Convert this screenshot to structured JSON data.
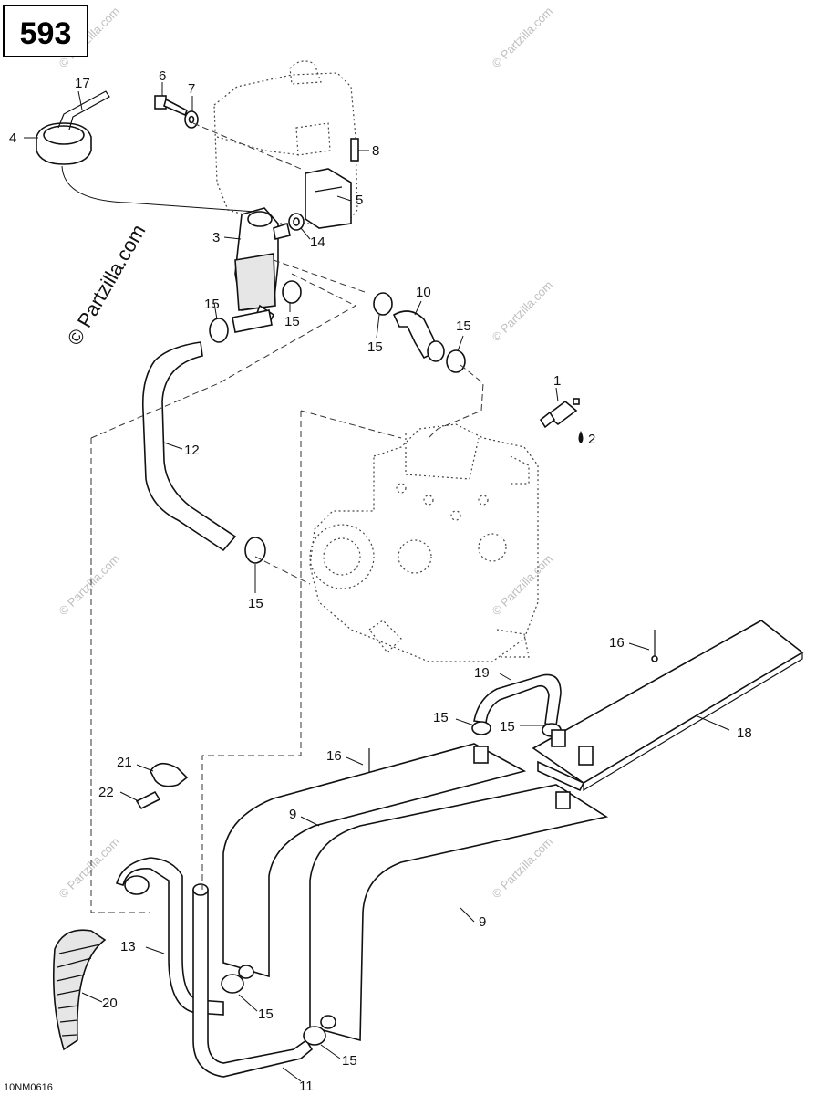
{
  "page_number": "593",
  "drawing_code": "10NM0616",
  "watermark": "© Partzilla.com",
  "callouts": {
    "c1": "1",
    "c2": "2",
    "c3": "3",
    "c4": "4",
    "c5": "5",
    "c6": "6",
    "c7": "7",
    "c8": "8",
    "c9a": "9",
    "c9b": "9",
    "c10": "10",
    "c11": "11",
    "c12": "12",
    "c13": "13",
    "c14": "14",
    "c15a": "15",
    "c15b": "15",
    "c15c": "15",
    "c15d": "15",
    "c15e": "15",
    "c15f": "15",
    "c15g": "15",
    "c15h": "15",
    "c15i": "15",
    "c16a": "16",
    "c16b": "16",
    "c17": "17",
    "c18": "18",
    "c19": "19",
    "c20": "20",
    "c21": "21",
    "c22": "22"
  },
  "colors": {
    "line": "#111111",
    "watermark": "#bfbfbf",
    "fill_light": "#e6e6e6"
  }
}
